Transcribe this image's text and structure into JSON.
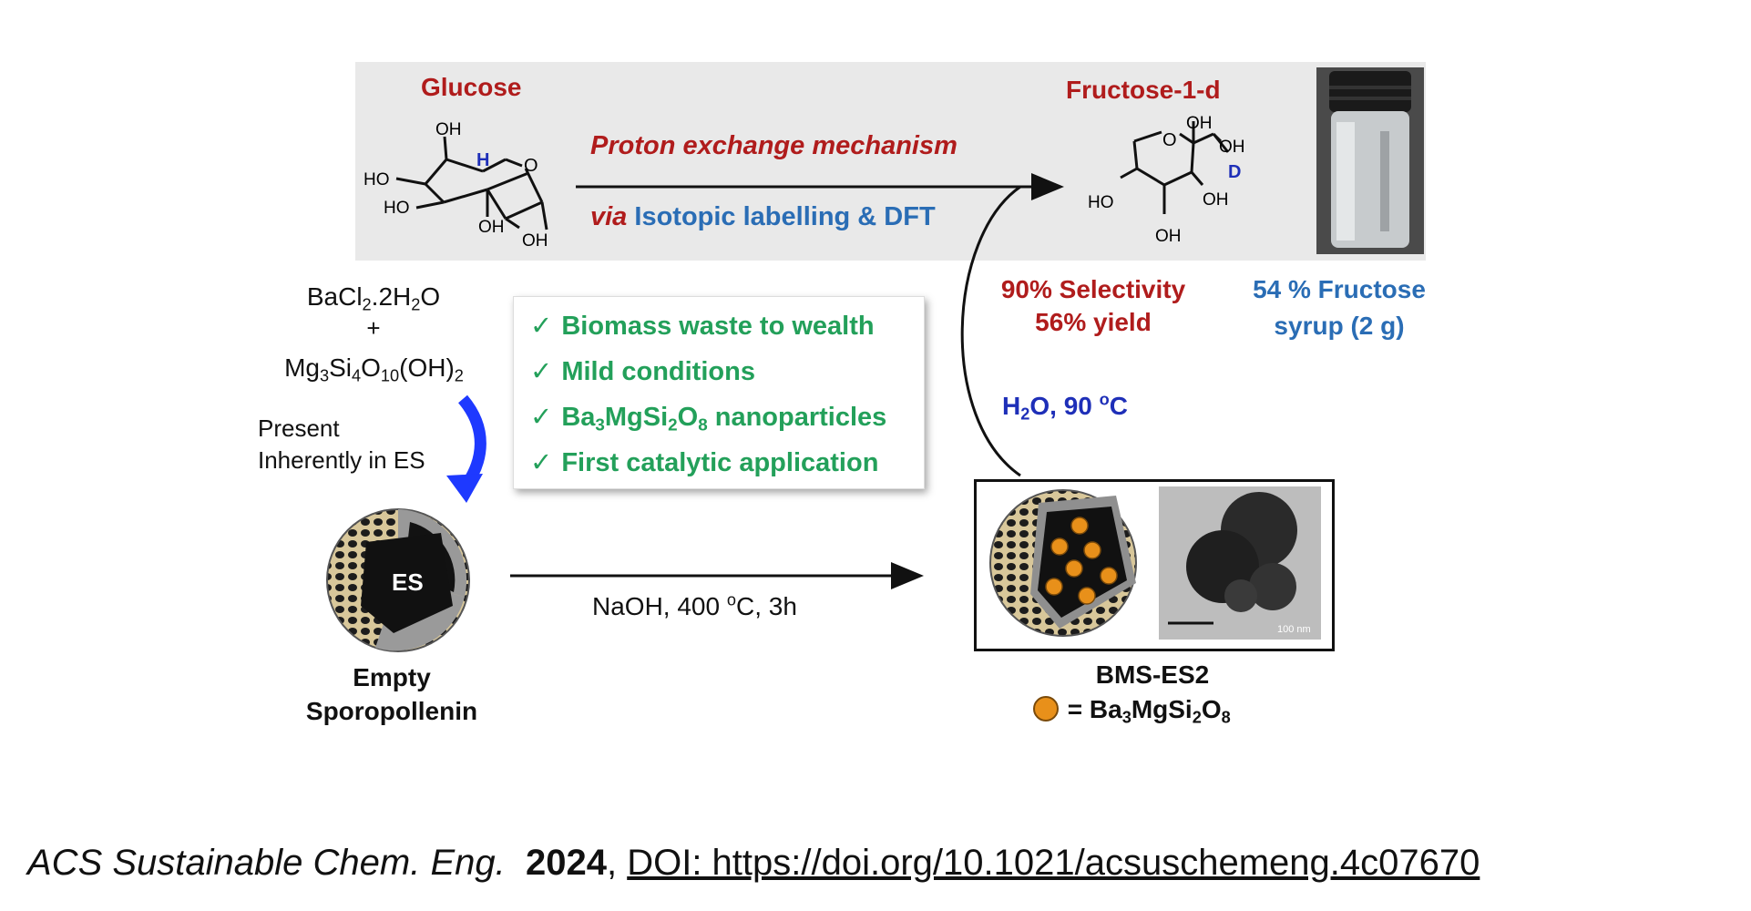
{
  "top": {
    "glucose_label": "Glucose",
    "fructose_label": "Fructose-1-d",
    "mechanism_text": "Proton exchange mechanism",
    "via_word": "via",
    "method_text": "Isotopic labelling & DFT",
    "selectivity": "90% Selectivity",
    "yield": "56% yield",
    "syrup_line1": "54 % Fructose",
    "syrup_line2": "syrup (2 g)"
  },
  "glucose_structure": {
    "oh_top": "OH",
    "h_label": "H",
    "o_ring": "O",
    "ho_left1": "HO",
    "ho_left2": "HO",
    "oh_bottom1": "OH",
    "oh_bottom2": "OH"
  },
  "fructose_structure": {
    "oh_top": "OH",
    "o_ring": "O",
    "oh_right": "OH",
    "d_label": "D",
    "ho_left": "HO",
    "oh_mid": "OH",
    "oh_bottom": "OH"
  },
  "reagents": {
    "bacl2": "BaCl2.2H2O",
    "plus": "+",
    "talc": "Mg3Si4O10(OH)2",
    "present_line1": "Present",
    "present_line2": "Inherently in ES"
  },
  "checklist": {
    "tick": "✓",
    "items": [
      "Biomass waste to wealth",
      "Mild conditions",
      "Ba3MgSi2O8 nanoparticles",
      "First catalytic application"
    ]
  },
  "conditions": {
    "water": "H2O, 90 oC",
    "synthesis": "NaOH, 400 oC, 3h"
  },
  "sphere": {
    "es_label": "ES",
    "empty_line1": "Empty",
    "empty_line2": "Sporopollenin"
  },
  "catalyst": {
    "name": "BMS-ES2",
    "legend_text": "= Ba3MgSi2O8",
    "scale_bar": "100 nm"
  },
  "citation": {
    "journal": "ACS Sustainable Chem. Eng.",
    "year": "2024",
    "separator": ",",
    "doi": "DOI:  https://doi.org/10.1021/acsuschemeng.4c07670"
  },
  "colors": {
    "red": "#b01c1c",
    "blue": "#2a6db5",
    "dark_blue": "#1e2fb8",
    "green": "#23a05a",
    "orange": "#e8901a",
    "band": "#e9e9e9"
  }
}
